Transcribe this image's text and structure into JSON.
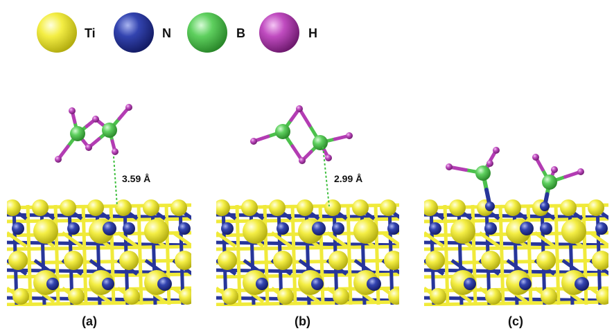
{
  "legend": [
    {
      "label": "Ti",
      "color": "yellow"
    },
    {
      "label": "N",
      "color": "blue"
    },
    {
      "label": "B",
      "color": "green"
    },
    {
      "label": "H",
      "color": "magenta"
    }
  ],
  "panels": [
    {
      "label": "(a)",
      "distance": "3.59 Å"
    },
    {
      "label": "(b)",
      "distance": "2.99 Å"
    },
    {
      "label": "(c)",
      "distance": ""
    }
  ],
  "colors": {
    "ti": "#ece633",
    "n": "#27359a",
    "b": "#4cc14c",
    "h": "#b33cb3",
    "dashed_line": "#3fbf3f"
  }
}
